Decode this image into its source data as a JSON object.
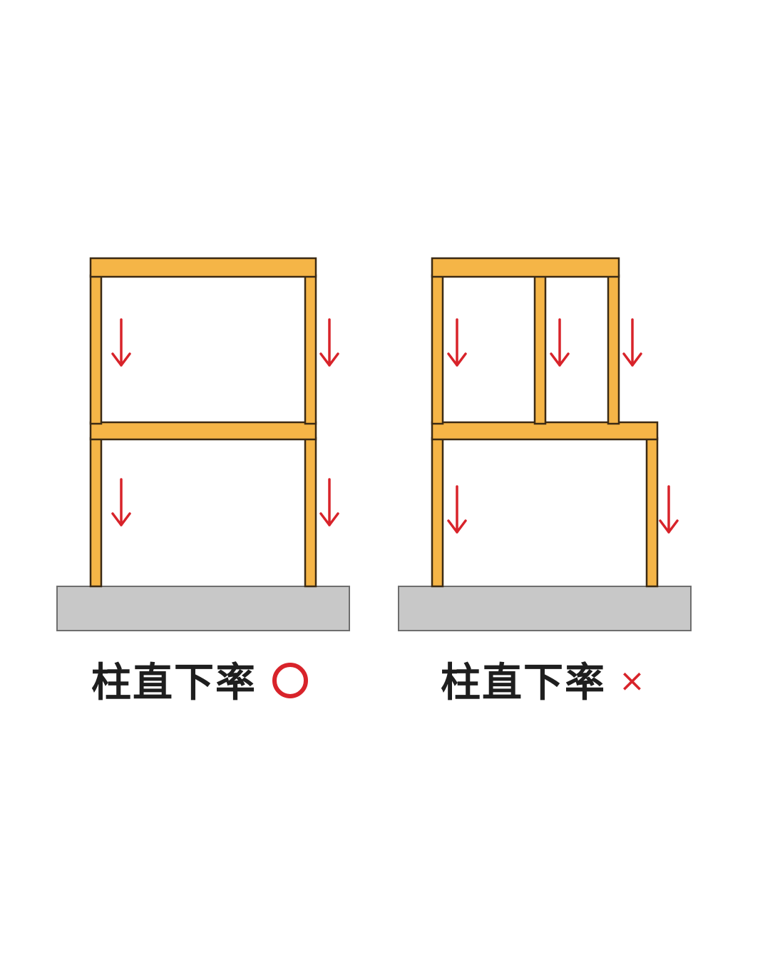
{
  "colors": {
    "timber_fill": "#F5B547",
    "timber_stroke": "#3b2a14",
    "foundation_fill": "#c8c8c8",
    "foundation_stroke": "#6e6e6e",
    "load_arrow": "#d8232a",
    "caption_text": "#1e1e1e",
    "mark": "#d8232a"
  },
  "left_frame": {
    "caption": "柱直下率",
    "mark_symbol": "circle",
    "floors": 2,
    "load_arrow_count": 4
  },
  "right_frame": {
    "caption": "柱直下率",
    "mark_symbol": "cross",
    "mark_text": "×",
    "floors": 2,
    "load_arrow_count": 5
  }
}
